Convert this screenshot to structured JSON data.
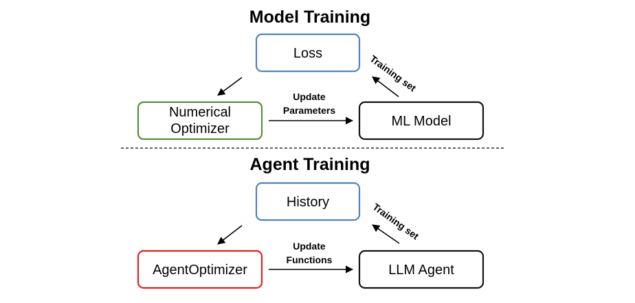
{
  "colors": {
    "blue": "#4f81bd",
    "green": "#5b8a3a",
    "red": "#e02020",
    "black": "#111111"
  },
  "model_training": {
    "title": "Model Training",
    "loss": "Loss",
    "optimizer_line1": "Numerical",
    "optimizer_line2": "Optimizer",
    "model": "ML Model",
    "update_line1": "Update",
    "update_line2": "Parameters",
    "training_set": "Training set"
  },
  "agent_training": {
    "title": "Agent Training",
    "history": "History",
    "optimizer": "AgentOptimizer",
    "agent": "LLM Agent",
    "update_line1": "Update",
    "update_line2": "Functions",
    "training_set": "Training set"
  }
}
